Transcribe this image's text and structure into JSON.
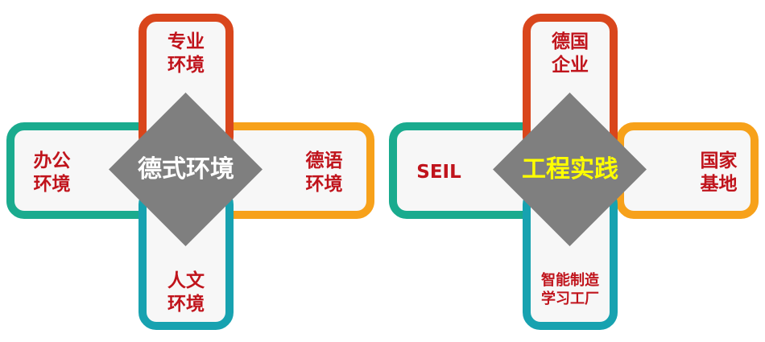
{
  "diagrams": [
    {
      "center": {
        "text": "德式环境",
        "color": "#ffffff"
      },
      "top": {
        "text": "专业\n环境",
        "color": "#d9461c"
      },
      "left": {
        "text": "办公\n环境",
        "color": "#1aab8e"
      },
      "right": {
        "text": "德语\n环境",
        "color": "#f7a11a"
      },
      "bottom": {
        "text": "人文\n环境",
        "color": "#17a2b0"
      }
    },
    {
      "center": {
        "text": "工程实践",
        "color": "#ffff00"
      },
      "top": {
        "text": "德国\n企业",
        "color": "#d9461c"
      },
      "left": {
        "text": "SEIL",
        "color": "#1aab8e"
      },
      "right": {
        "text": "国家\n基地",
        "color": "#f7a11a"
      },
      "bottom": {
        "text": "智能制造\n学习工厂",
        "color": "#17a2b0"
      }
    }
  ],
  "label_color": "#c0141c",
  "diamond_color": "#7f7f7f"
}
